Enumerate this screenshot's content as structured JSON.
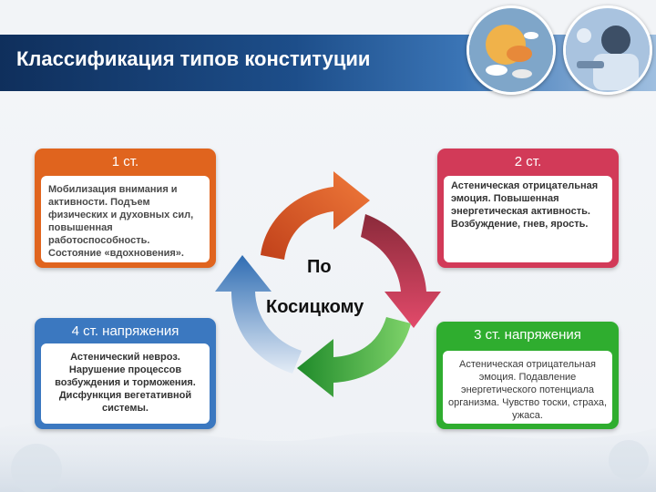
{
  "title": "Классификация типов конституции",
  "photos": [
    {
      "icon": "pills-photo-icon"
    },
    {
      "icon": "doctor-photo-icon"
    }
  ],
  "stages": [
    {
      "label": "1 ст.",
      "text": "Мобилизация внимания и активности. Подъем физических и духовных сил, повышенная работоспособность. Состояние «вдохновения».",
      "color": "#e0641e"
    },
    {
      "label": "2 ст.",
      "text": "Астеническая отрицательная эмоция. Повышенная энергетическая активность. Возбуждение, гнев, ярость.",
      "color": "#d23a58"
    },
    {
      "label": "3 ст. напряжения",
      "text": "Астеническая отрицательная эмоция. Подавление энергетического потенциала организма. Чувство тоски, страха, ужаса.",
      "color": "#2fad2f"
    },
    {
      "label": "4 ст. напряжения",
      "text": "Астенический невроз. Нарушение процессов возбуждения и торможения. Дисфункция вегетативной системы.",
      "color": "#3b78c0"
    }
  ],
  "center": {
    "line1": "По",
    "line2": "Косицкому"
  },
  "arrow_colors": [
    "#e0641e",
    "#d23a58",
    "#2fad2f",
    "#3b78c0"
  ]
}
